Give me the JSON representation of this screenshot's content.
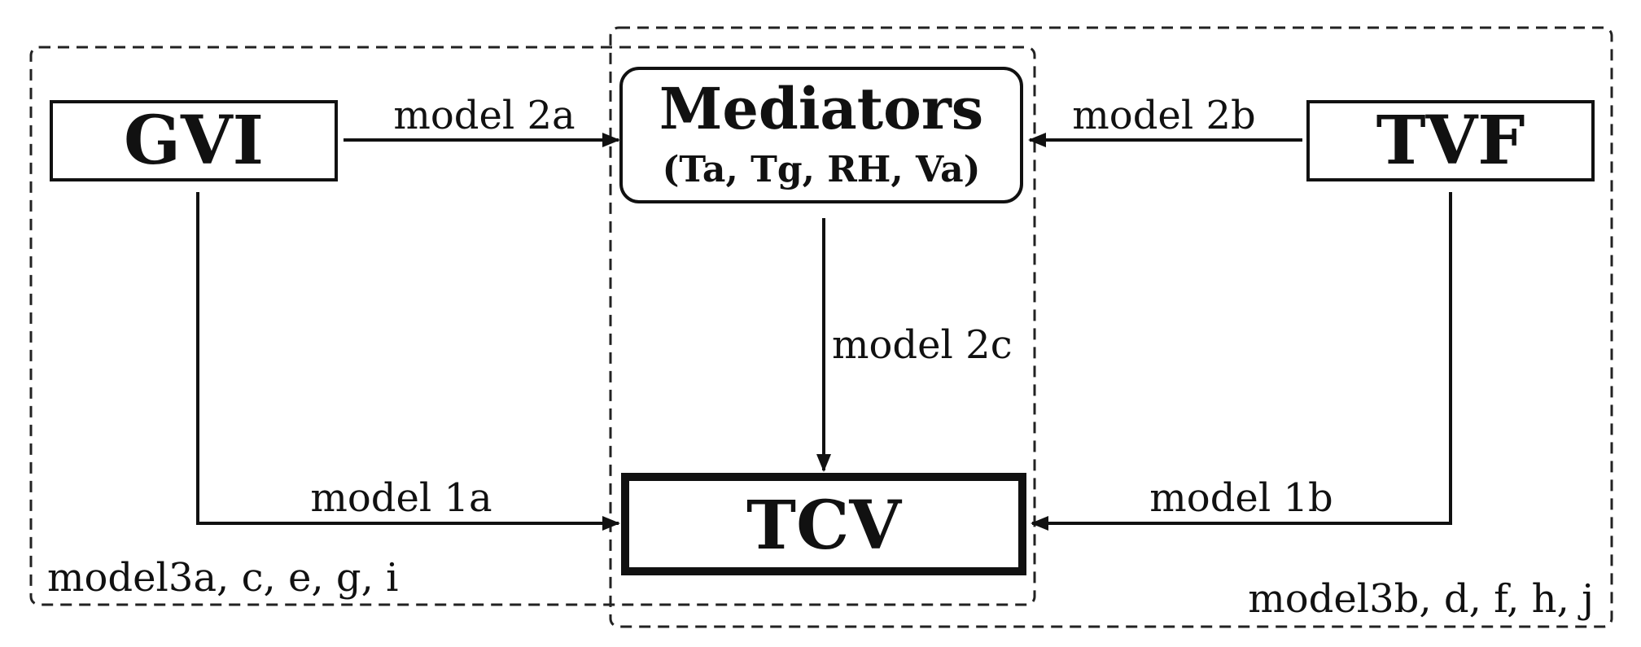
{
  "nodes": {
    "gvi": {
      "label": "GVI"
    },
    "tvf": {
      "label": "TVF"
    },
    "mediators": {
      "title": "Mediators",
      "subtitle": "(Ta, Tg, RH, Va)"
    },
    "tcv": {
      "label": "TCV"
    }
  },
  "edges": {
    "model_2a": "model 2a",
    "model_2b": "model 2b",
    "model_2c": "model 2c",
    "model_1a": "model 1a",
    "model_1b": "model 1b"
  },
  "groups": {
    "left": "model3a, c, e, g, i",
    "right": "model3b, d, f, h, j"
  }
}
